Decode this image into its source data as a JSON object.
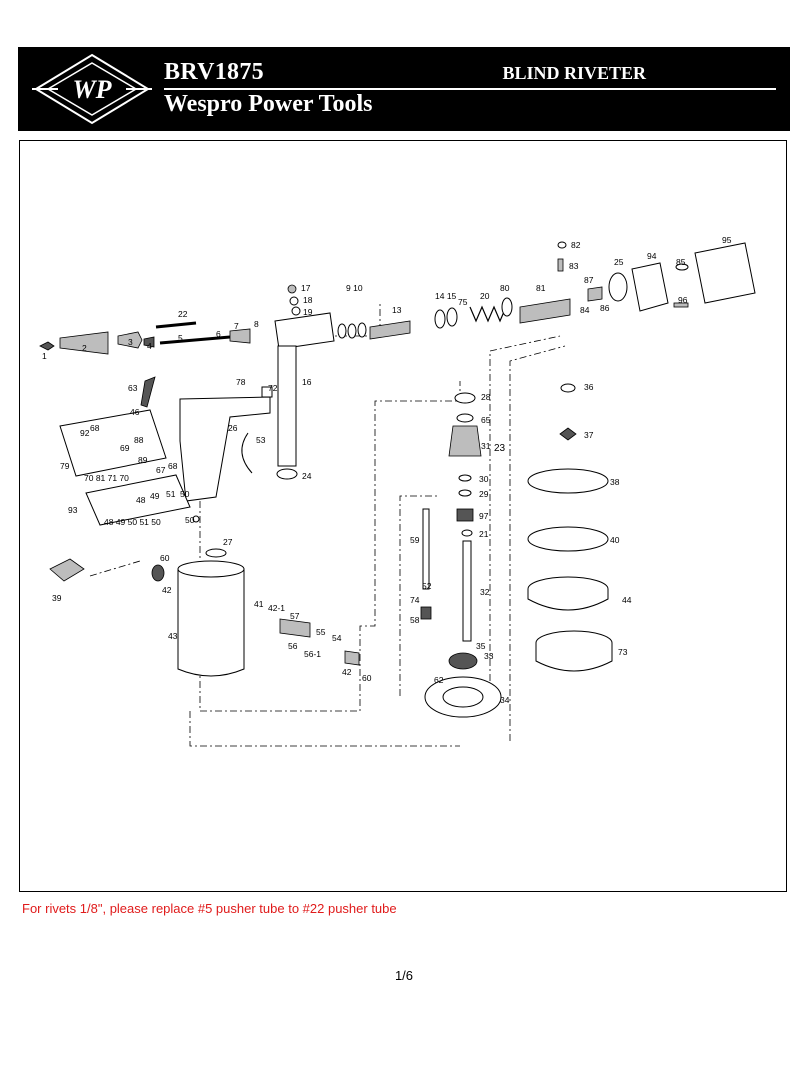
{
  "header": {
    "model": "BRV1875",
    "product": "BLIND RIVETER",
    "brand": "Wespro Power Tools",
    "logo_text": "WP"
  },
  "diagram": {
    "labels": {
      "p1": "1",
      "p2": "2",
      "p3": "3",
      "p4": "4",
      "p5": "5",
      "p6": "6",
      "p7": "7",
      "p8": "8",
      "p9_10": "9  10",
      "p13": "13",
      "p14_15": "14 15",
      "p16": "16",
      "p17": "17",
      "p18": "18",
      "p19": "19",
      "p20": "20",
      "p21": "21",
      "p22": "22",
      "p23": "23",
      "p24": "24",
      "p25": "25",
      "p26": "26",
      "p27": "27",
      "p28": "28",
      "p29": "29",
      "p30": "30",
      "p31": "31",
      "p32": "32",
      "p33": "33",
      "p34": "34",
      "p35": "35",
      "p36": "36",
      "p37": "37",
      "p38": "38",
      "p39": "39",
      "p40": "40",
      "p41": "41",
      "p42a": "42",
      "p42b": "42",
      "p42_1": "42-1",
      "p43": "43",
      "p44": "44",
      "p46": "46",
      "p48": "48",
      "p49": "49",
      "p50a": "50",
      "p50b": "50",
      "p51": "51",
      "p52": "52",
      "p53": "53",
      "p54": "54",
      "p55": "55",
      "p56": "56",
      "p56_1": "56-1",
      "p57": "57",
      "p58": "58",
      "p59": "59",
      "p60a": "60",
      "p60b": "60",
      "p62": "62",
      "p63": "63",
      "p65": "65",
      "p67": "67",
      "p68a": "68",
      "p68b": "68",
      "p69": "69",
      "p70": "70",
      "p70_81_71_70": "70 81 71 70",
      "p72": "72",
      "p73": "73",
      "p74": "74",
      "p75": "75",
      "p78": "78",
      "p79": "79",
      "p80": "80",
      "p81": "81",
      "p82": "82",
      "p83": "83",
      "p84": "84",
      "p85": "85",
      "p86": "86",
      "p87": "87",
      "p88": "88",
      "p89": "89",
      "p92": "92",
      "p93": "93",
      "p94": "94",
      "p95": "95",
      "p96": "96",
      "p97": "97",
      "p48_49_50_51_50": "48 49 50 51 50"
    }
  },
  "note": "For rivets 1/8\", please replace #5 pusher tube to #22 pusher tube",
  "page_number": "1/6"
}
